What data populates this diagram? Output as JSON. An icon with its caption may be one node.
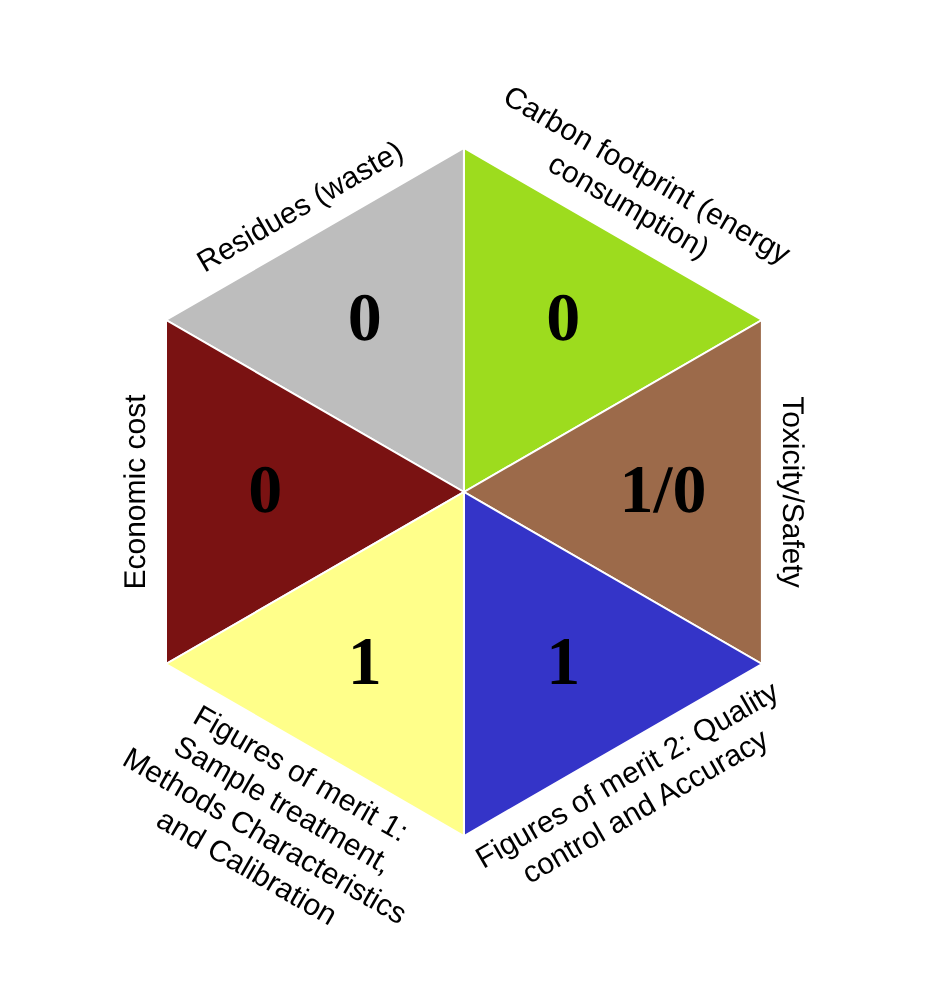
{
  "diagram": {
    "nodes": [
      {
        "text": [
          "0"
        ],
        "beside": [
          "Residues (waste)"
        ]
      },
      {
        "text": [
          "0"
        ],
        "beside": [
          "Carbon footprint (energy consumption)"
        ]
      },
      {
        "text": [
          "0"
        ],
        "beside": [
          "Economic cost"
        ]
      },
      {
        "text": [
          "1/0"
        ],
        "beside": [
          "Toxicity/Safety"
        ]
      },
      {
        "text": [
          "1"
        ],
        "beside": [
          "Figures of merit 1: Sample treatment, Methods Characteristics and Calibration"
        ]
      },
      {
        "text": [
          "1"
        ],
        "beside": [
          "Figures of merit 2: Quality control and Accuracy"
        ]
      }
    ]
  }
}
